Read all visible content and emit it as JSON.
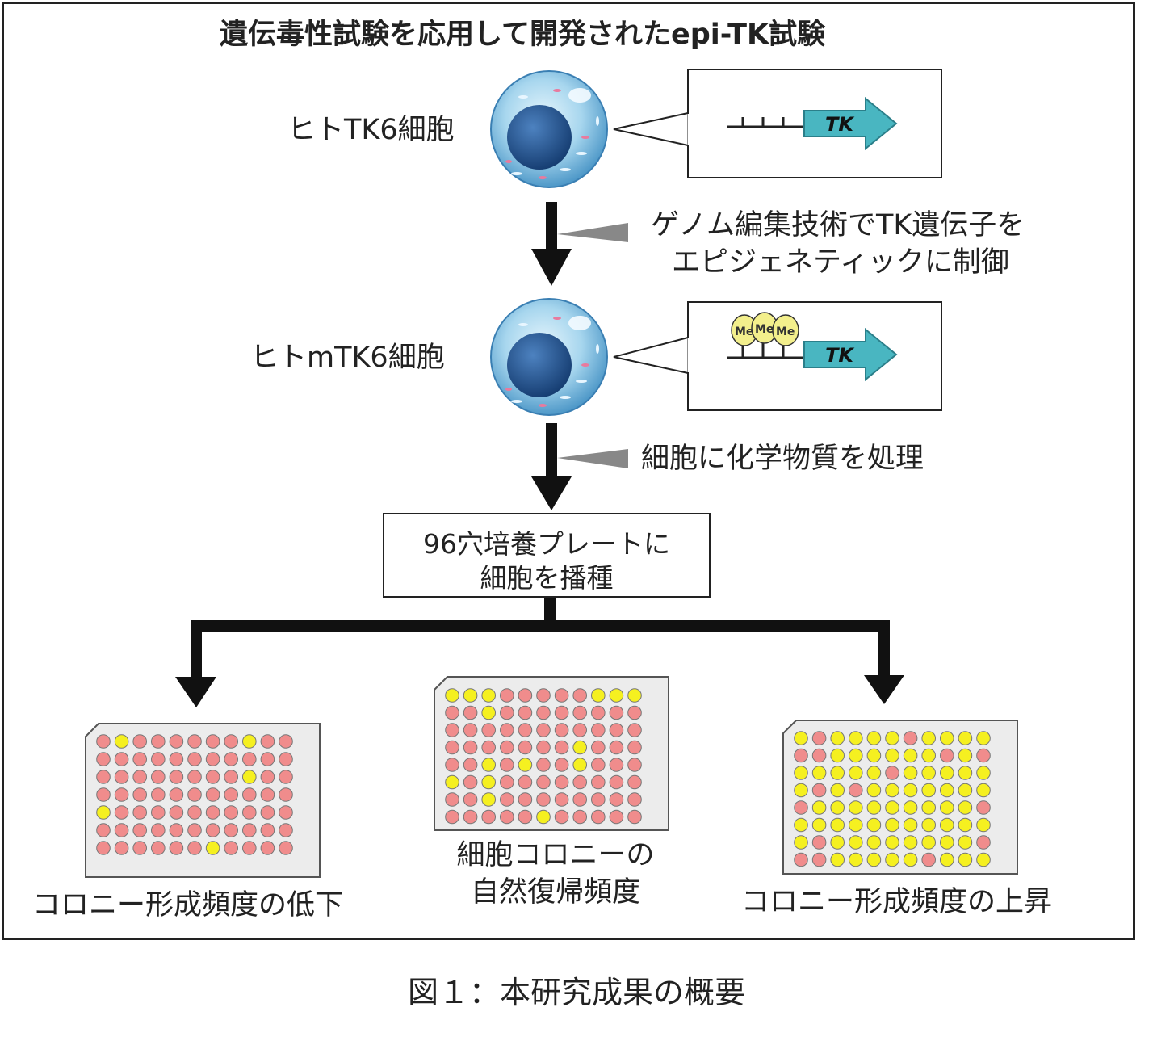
{
  "title": "遺伝毒性試験を応用して開発されたepi-TK試験",
  "cell_top_label": "ヒトTK6細胞",
  "cell_bottom_label": "ヒトmTK6細胞",
  "gene_label": "TK",
  "methyl_label": "Me",
  "step1_text_line1": "ゲノム編集技術でTK遺伝子を",
  "step1_text_line2": "エピジェネティックに制御",
  "step2_text": "細胞に化学物質を処理",
  "plate_box_line1": "96穴培養プレートに",
  "plate_box_line2": "細胞を播種",
  "left_label": "コロニー形成頻度の低下",
  "center_label_line1": "細胞コロニーの",
  "center_label_line2": "自然復帰頻度",
  "right_label": "コロニー形成頻度の上昇",
  "caption": "図１：本研究成果の概要",
  "colors": {
    "pink": "#f08c8c",
    "yellow": "#f5f020",
    "plate_bg": "#ececec",
    "teal": "#49b6c1",
    "cell_outer": "#8ec8e6",
    "cell_nucleus": "#1f4f8a",
    "me_fill": "#f3ef8c"
  },
  "plates": {
    "left": [
      "pyppppppypp",
      "ppppppppppp",
      "ppppppppypp",
      "ppppppppppp",
      "ypppppppppp",
      "ppppppppppp",
      "ppppppyppppp"
    ],
    "center": [
      "yyypppppyyy",
      "ppyppppppppp",
      "ppppppppppp",
      "pppppppypppp",
      "ppypyppyppp",
      "ypyppppppppp",
      "ppyppppppppp",
      "pppppyppppp"
    ],
    "right": [
      "ypyyyypyyyy",
      "ppyyyyyypyp",
      "yyyyypyyyyy",
      "ypypyyyyyyy",
      "pyyyyyyyyyp",
      "yyyyyyyyyyy",
      "ypyyyyyyyyp",
      "ppyyyyypyyy"
    ]
  }
}
